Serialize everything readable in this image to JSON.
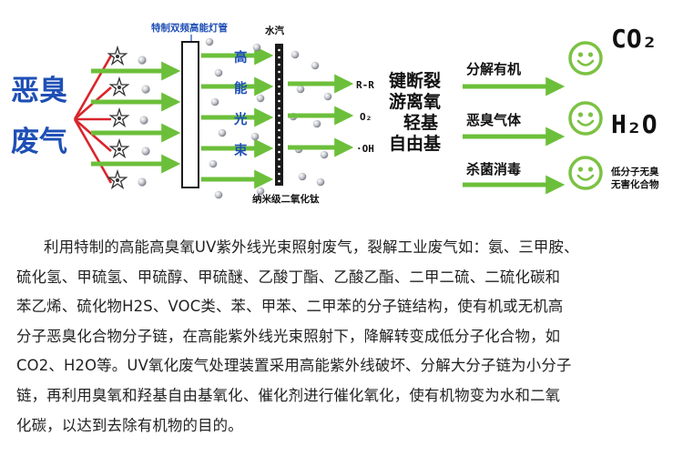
{
  "diagram": {
    "source": {
      "line1": "恶臭",
      "line2": "废气"
    },
    "lamp_label": "特制双频高能灯管",
    "beam_chars": [
      "高",
      "能",
      "光",
      "束"
    ],
    "vapor_label": "水汽",
    "catalyst_label": "纳米级二氧化钛",
    "radicals": [
      "R-R",
      "O₂",
      "·OH"
    ],
    "process": [
      "键断裂",
      "游离氧",
      "轻基",
      "自由基"
    ],
    "outcomes": [
      "分解有机",
      "恶臭气体",
      "杀菌消毒"
    ],
    "products": {
      "co2": "CO₂",
      "h2o": "H₂O",
      "safe_line1": "低分子无臭",
      "safe_line2": "无害化合物"
    },
    "colors": {
      "source": "#1f4fb5",
      "arrow": "#6cbf3a",
      "red": "#d9252b",
      "smiley": "#7cc243",
      "lamp": "#1a1a1a"
    }
  },
  "description": {
    "lines": [
      "利用特制的高能高臭氧UV紫外线光束照射废气，裂解工业废气如：氨、三甲胺、",
      "硫化氢、甲硫氢、甲硫醇、甲硫醚、乙酸丁酯、乙酸乙酯、二甲二硫、二硫化碳和",
      "苯乙烯、硫化物H2S、VOC类、苯、甲苯、二甲苯的分子链结构，使有机或无机高",
      "分子恶臭化合物分子链，在高能紫外线光束照射下，降解转变成低分子化合物，如",
      "CO2、H2O等。UV氧化废气处理装置采用高能紫外线破坏、分解大分子链为小分子",
      "链，再利用臭氧和羟基自由基氧化、催化剂进行催化氧化，使有机物变为水和二氧",
      "化碳，以达到去除有机物的目的。"
    ]
  }
}
